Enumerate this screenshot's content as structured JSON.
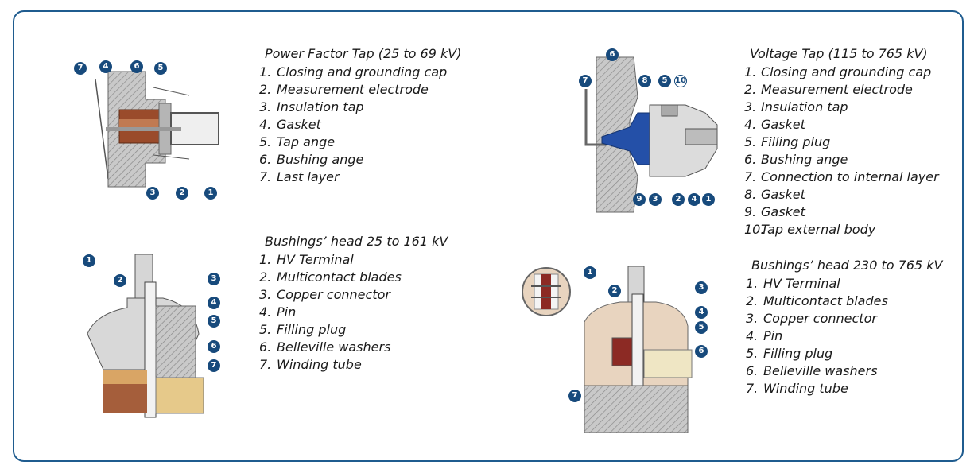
{
  "sections": {
    "pf_tap": {
      "title": "Power Factor Tap (25 to 69 kV)",
      "items": [
        {
          "num": "1.",
          "label": "Closing and grounding cap"
        },
        {
          "num": "2.",
          "label": "Measurement electrode"
        },
        {
          "num": "3.",
          "label": "Insulation tap"
        },
        {
          "num": "4.",
          "label": "Gasket"
        },
        {
          "num": "5.",
          "label": "Tap  ange"
        },
        {
          "num": "6.",
          "label": "Bushing  ange"
        },
        {
          "num": "7.",
          "label": "Last layer"
        }
      ],
      "callouts": [
        "7",
        "4",
        "6",
        "5",
        "3",
        "2",
        "1"
      ]
    },
    "voltage_tap": {
      "title": "Voltage Tap (115 to 765 kV)",
      "items": [
        {
          "num": "1.",
          "label": "Closing and grounding cap"
        },
        {
          "num": "2.",
          "label": "Measurement electrode"
        },
        {
          "num": "3.",
          "label": "Insulation tap"
        },
        {
          "num": "4.",
          "label": "Gasket"
        },
        {
          "num": "5.",
          "label": "Filling plug"
        },
        {
          "num": "6.",
          "label": "Bushing  ange"
        },
        {
          "num": "7.",
          "label": "Connection to internal layer"
        },
        {
          "num": "8.",
          "label": "Gasket"
        },
        {
          "num": "9.",
          "label": "Gasket"
        },
        {
          "num": "10.",
          "label": "Tap external body"
        }
      ],
      "callouts": [
        "6",
        "7",
        "8",
        "5",
        "10",
        "9",
        "3",
        "2",
        "4",
        "1"
      ]
    },
    "head_small": {
      "title": "Bushings’ head 25 to 161 kV",
      "items": [
        {
          "num": "1.",
          "label": "HV Terminal"
        },
        {
          "num": "2.",
          "label": "Multicontact blades"
        },
        {
          "num": "3.",
          "label": "Copper connector"
        },
        {
          "num": "4.",
          "label": "Pin"
        },
        {
          "num": "5.",
          "label": "Filling plug"
        },
        {
          "num": "6.",
          "label": "Belleville washers"
        },
        {
          "num": "7.",
          "label": "Winding tube"
        }
      ],
      "callouts": [
        "1",
        "2",
        "3",
        "4",
        "5",
        "6",
        "7"
      ]
    },
    "head_large": {
      "title": "Bushings’ head 230 to 765 kV",
      "items": [
        {
          "num": "1.",
          "label": "HV Terminal"
        },
        {
          "num": "2.",
          "label": "Multicontact blades"
        },
        {
          "num": "3.",
          "label": "Copper connector"
        },
        {
          "num": "4.",
          "label": "Pin"
        },
        {
          "num": "5.",
          "label": "Filling plug"
        },
        {
          "num": "6.",
          "label": "Belleville washers"
        },
        {
          "num": "7.",
          "label": "Winding tube"
        }
      ],
      "callouts": [
        "1",
        "2",
        "3",
        "4",
        "5",
        "6",
        "7"
      ]
    }
  },
  "colors": {
    "frame": "#1f5c8f",
    "callout": "#174a7c",
    "blue_insulator": "#2450a8",
    "copper": "#b8623a",
    "oil": "#e6c98a",
    "hatch": "#8a8a8a"
  }
}
